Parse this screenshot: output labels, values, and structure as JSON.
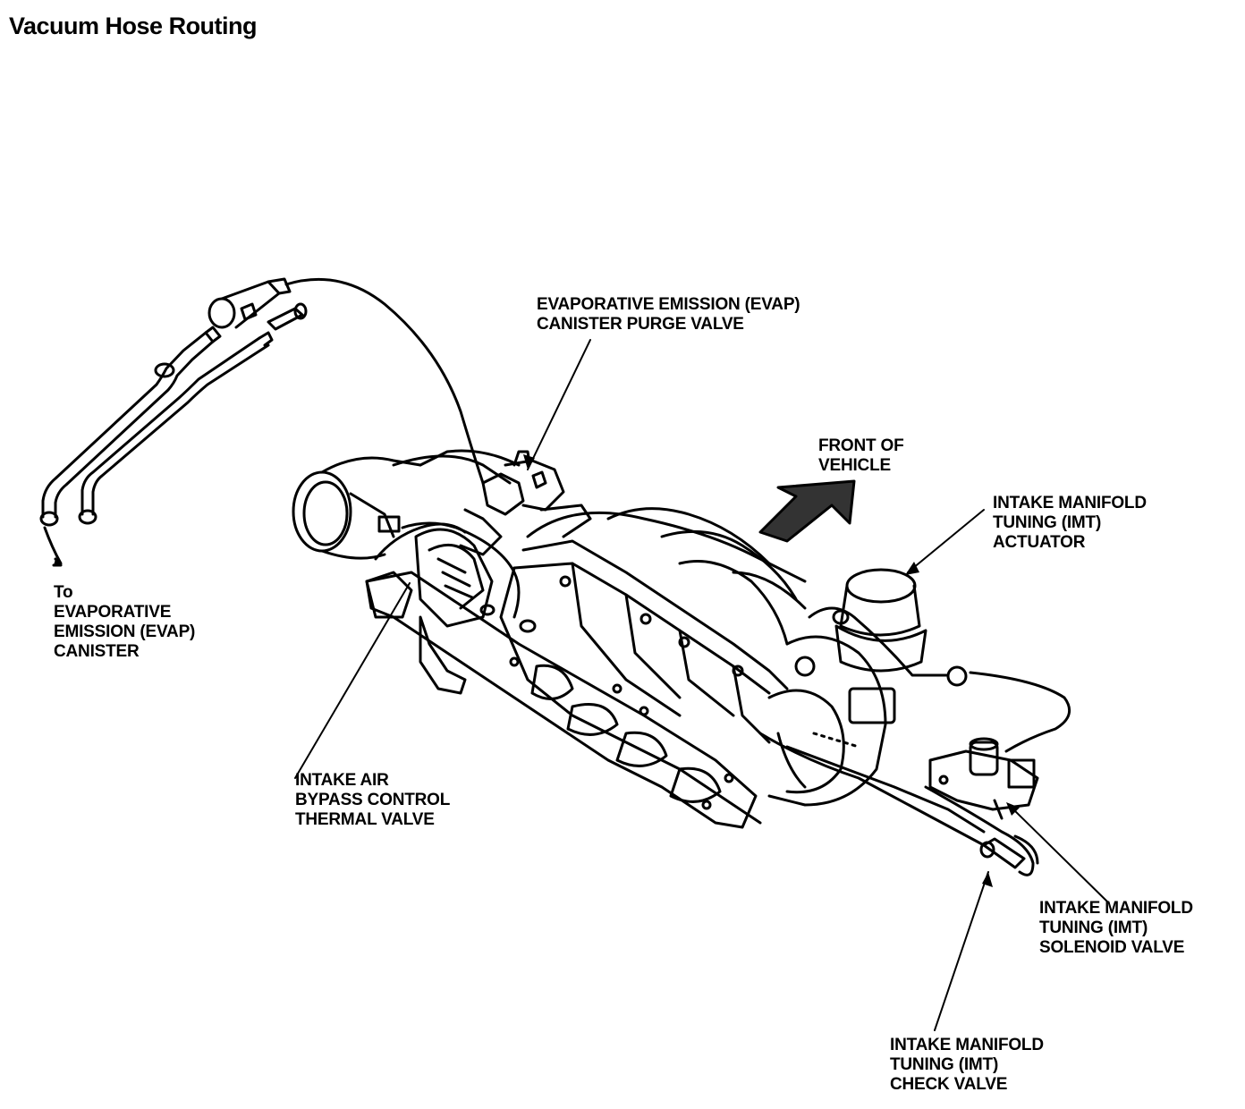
{
  "title": "Vacuum Hose Routing",
  "labels": {
    "evap_canister": [
      "To",
      "EVAPORATIVE",
      "EMISSION (EVAP)",
      "CANISTER"
    ],
    "purge_valve": [
      "EVAPORATIVE EMISSION (EVAP)",
      "CANISTER PURGE VALVE"
    ],
    "front_of_vehicle": [
      "FRONT OF",
      "VEHICLE"
    ],
    "imt_actuator": [
      "INTAKE MANIFOLD",
      "TUNING (IMT)",
      "ACTUATOR"
    ],
    "thermal_valve": [
      "INTAKE AIR",
      "BYPASS CONTROL",
      "THERMAL VALVE"
    ],
    "imt_solenoid": [
      "INTAKE MANIFOLD",
      "TUNING (IMT)",
      "SOLENOID VALVE"
    ],
    "imt_check_valve": [
      "INTAKE MANIFOLD",
      "TUNING (IMT)",
      "CHECK VALVE"
    ]
  }
}
